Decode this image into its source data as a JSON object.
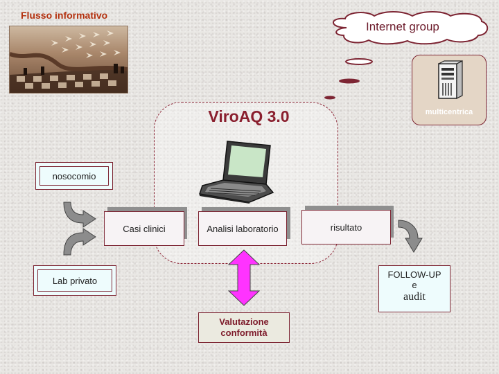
{
  "header": {
    "title": "Flusso informativo"
  },
  "cloud": {
    "label": "Internet group"
  },
  "server": {
    "label": "multicentrica"
  },
  "center": {
    "title": "ViroAQ 3.0"
  },
  "inputs": [
    {
      "label": "nosocomio"
    },
    {
      "label": "Lab privato"
    }
  ],
  "stages": [
    {
      "label": "Casi clinici"
    },
    {
      "label": "Analisi laboratorio"
    },
    {
      "label": "risultato"
    }
  ],
  "followup": {
    "line1": "FOLLOW-UP",
    "line2": "e",
    "line3": "audit"
  },
  "evaluation": {
    "line1": "Valutazione",
    "line2": "conformità"
  },
  "colors": {
    "accent_dark_red": "#7d2533",
    "title_orange": "#b3300e",
    "input_box_fill": "#eefcfd",
    "arrow_magenta": "#ff33ff",
    "server_box_fill": "#e4d6c6"
  },
  "icons": [
    "escher-artwork-image",
    "cloud-shape",
    "server-tower-icon",
    "laptop-icon",
    "curved-arrow-icon",
    "double-arrow-icon"
  ]
}
